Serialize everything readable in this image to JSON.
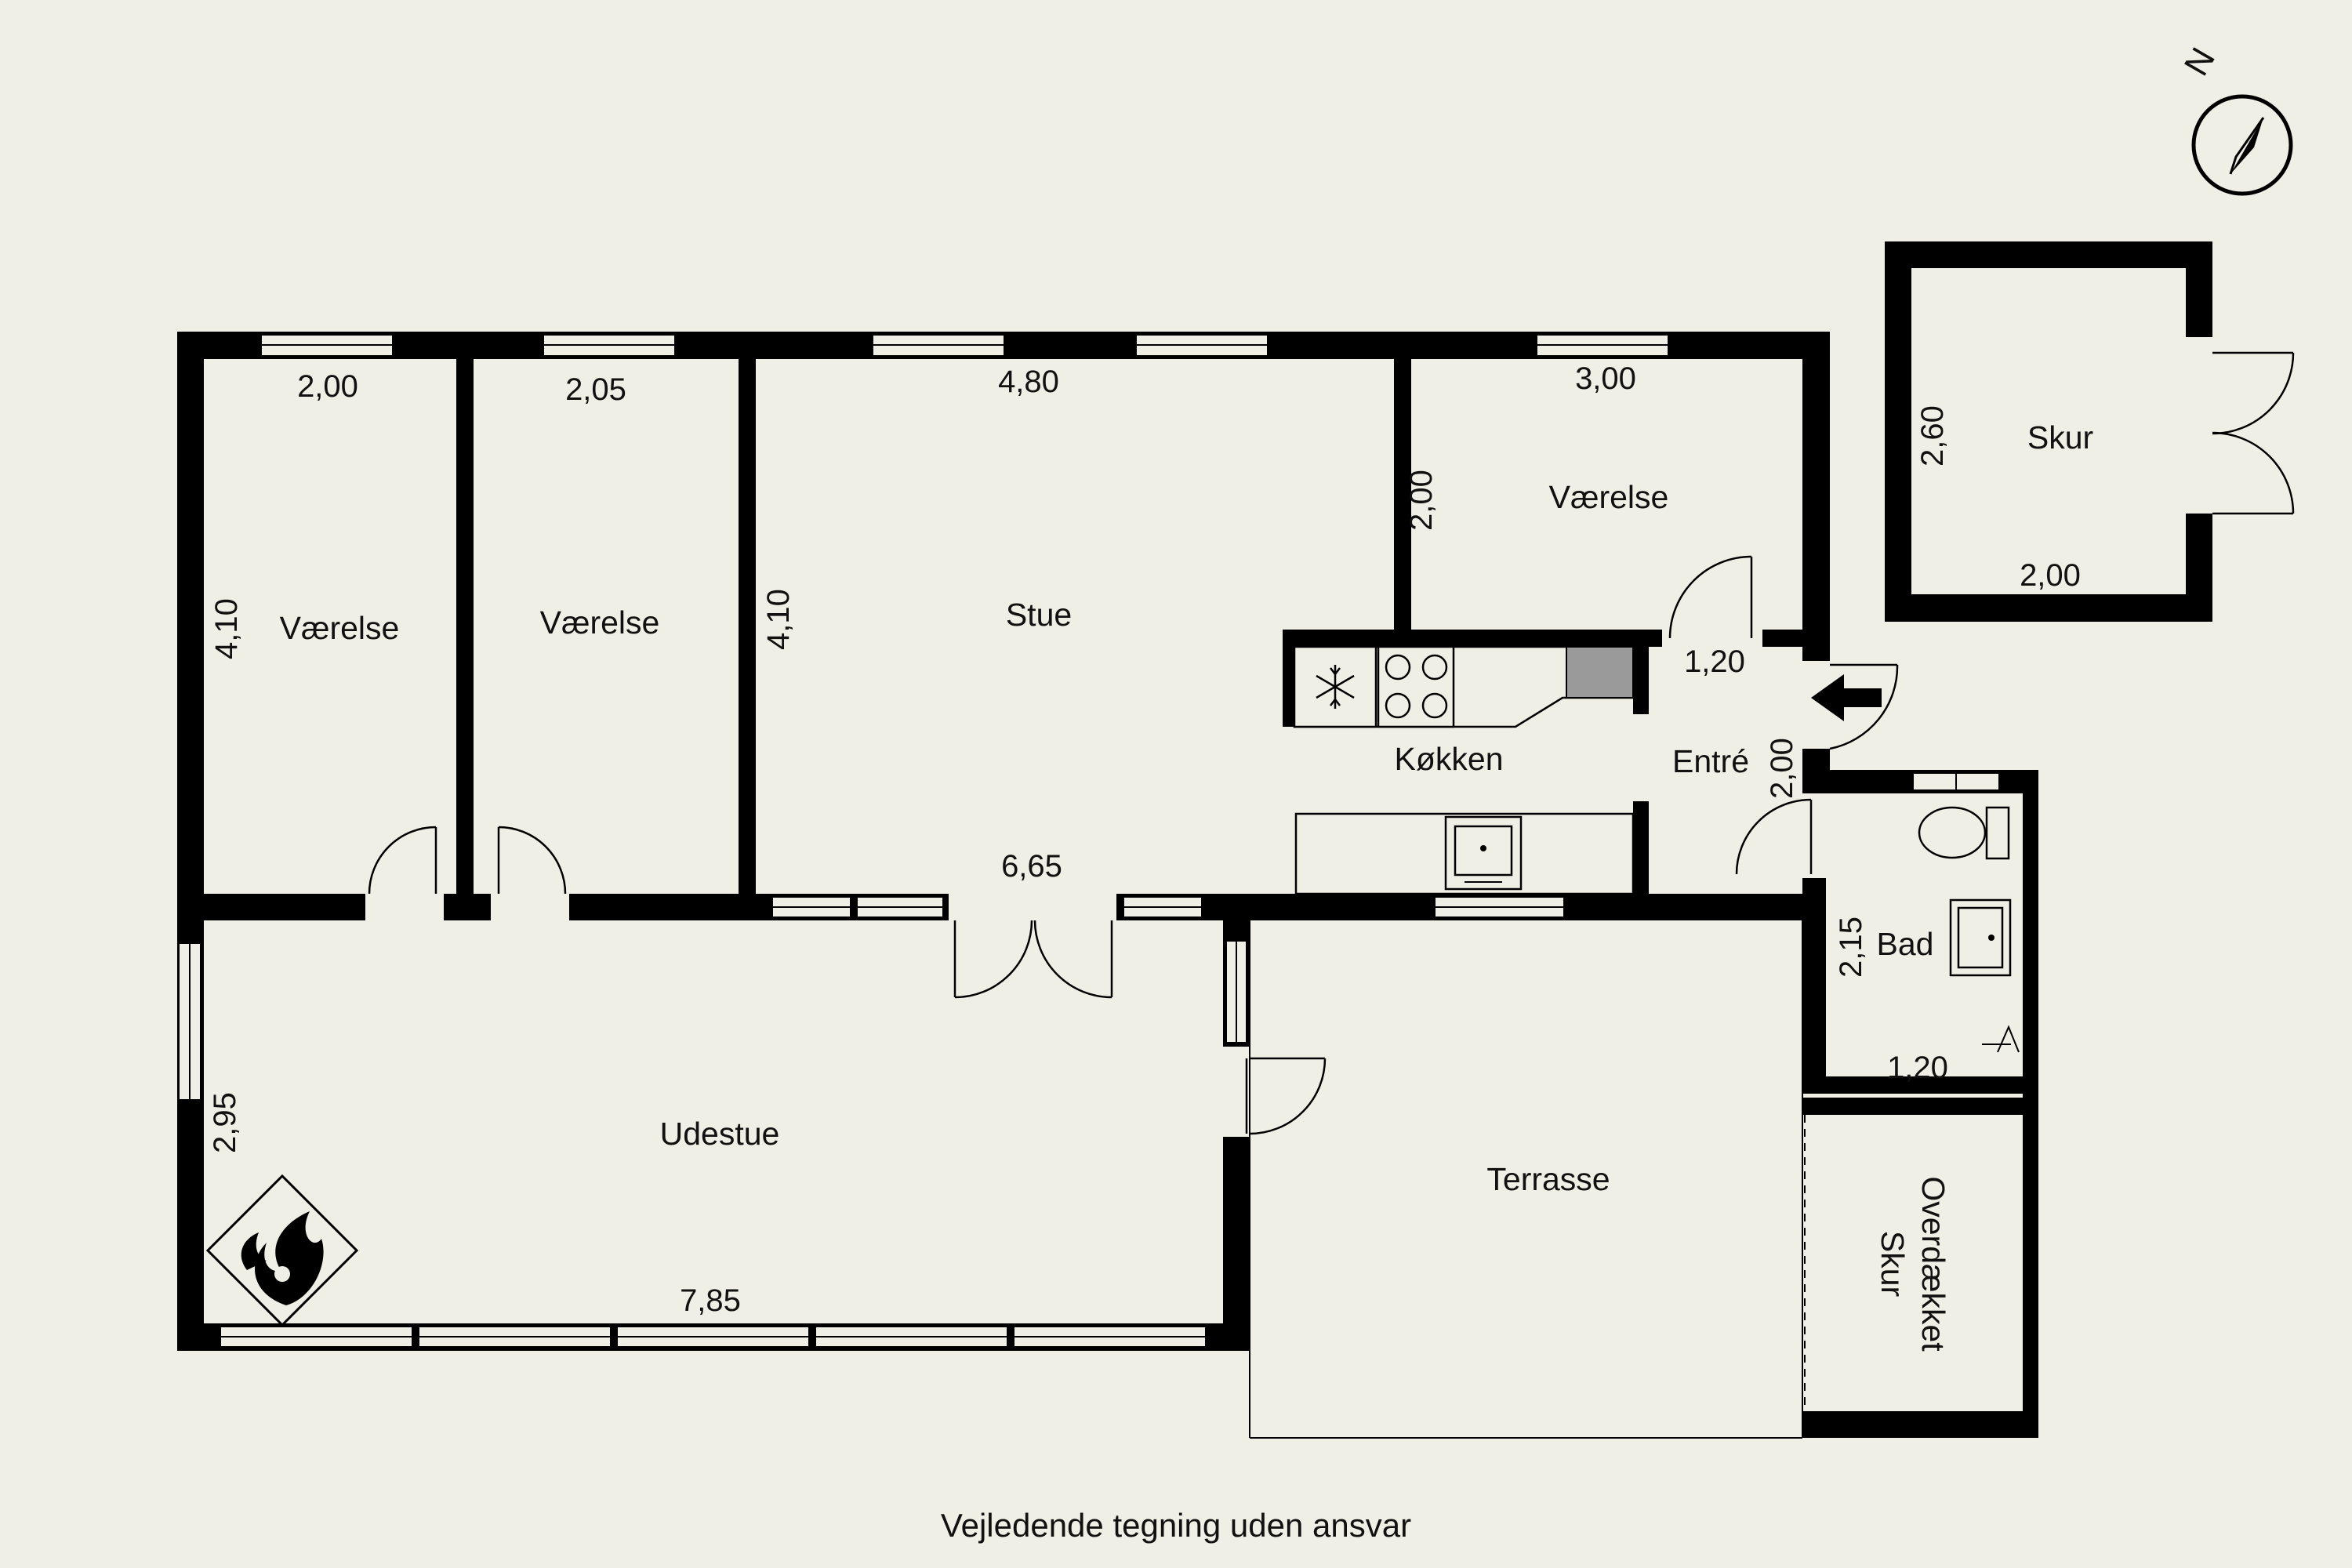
{
  "rooms": {
    "vaerelse_1": "Værelse",
    "vaerelse_2": "Værelse",
    "stue": "Stue",
    "vaerelse_3": "Værelse",
    "koekken": "Køkken",
    "entre": "Entré",
    "bad": "Bad",
    "udestue": "Udestue",
    "terrasse": "Terrasse",
    "skur": "Skur",
    "overdaekket_line1": "Overdækket",
    "overdaekket_line2": "Skur"
  },
  "dimensions": {
    "vaerelse_1_width": "2,00",
    "vaerelse_1_depth": "4,10",
    "vaerelse_2_width": "2,05",
    "stue_width": "4,80",
    "stue_depth": "4,10",
    "vaerelse_3_width": "3,00",
    "vaerelse_3_depth": "2,00",
    "entre_width": "1,20",
    "entre_depth": "2,00",
    "stue_lower_width": "6,65",
    "udestue_depth": "2,95",
    "udestue_width": "7,85",
    "bad_depth": "2,15",
    "bad_width": "1,20",
    "skur_depth": "2,60",
    "skur_width": "2,00"
  },
  "compass": {
    "letter": "N"
  },
  "footer": {
    "disclaimer": "Vejledende tegning uden ansvar"
  }
}
